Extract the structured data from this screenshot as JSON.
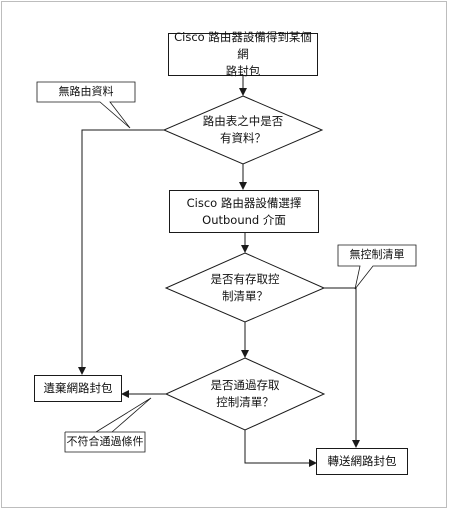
{
  "nodes": {
    "start_line1": "Cisco 路由器設備得到某個網",
    "start_line2": "路封包",
    "decision1_line1": "路由表之中是否",
    "decision1_line2": "有資料？",
    "select_line1": "Cisco 路由器設備選擇",
    "select_line2": "Outbound 介面",
    "decision2_line1": "是否有存取控",
    "decision2_line2": "制清單？",
    "decision3_line1": "是否通過存取",
    "decision3_line2": "控制清單？",
    "drop": "遺棄網路封包",
    "forward": "轉送網路封包"
  },
  "callouts": {
    "no_route": "無路由資料",
    "no_acl": "無控制清單",
    "not_match": "不符合通過條件"
  }
}
